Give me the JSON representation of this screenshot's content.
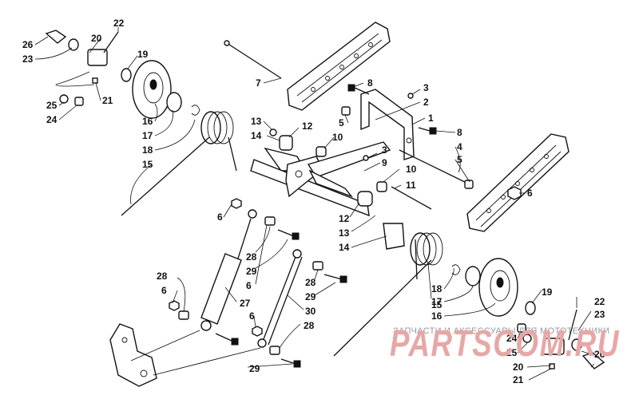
{
  "callouts": {
    "c1": "1",
    "c2": "2",
    "c3a": "3",
    "c3b": "3",
    "c4": "4",
    "c5a": "5",
    "c5b": "5",
    "c6a": "6",
    "c6b": "6",
    "c6c": "6",
    "c6d": "6",
    "c6e": "6",
    "c7": "7",
    "c8a": "8",
    "c8b": "8",
    "c9": "9",
    "c10a": "10",
    "c10b": "10",
    "c11": "11",
    "c12a": "12",
    "c12b": "12",
    "c13a": "13",
    "c13b": "13",
    "c14a": "14",
    "c14b": "14",
    "c15a": "15",
    "c15b": "15",
    "c16a": "16",
    "c16b": "16",
    "c17a": "17",
    "c17b": "17",
    "c18a": "18",
    "c18b": "18",
    "c19a": "19",
    "c19b": "19",
    "c20a": "20",
    "c20b": "20",
    "c21a": "21",
    "c21b": "21",
    "c22a": "22",
    "c22b": "22",
    "c23a": "23",
    "c23b": "23",
    "c24a": "24",
    "c24b": "24",
    "c25a": "25",
    "c25b": "25",
    "c26a": "26",
    "c26b": "26",
    "c27": "27",
    "c28a": "28",
    "c28b": "28",
    "c28c": "28",
    "c28d": "28",
    "c29a": "29",
    "c29b": "29",
    "c29c": "29",
    "c30": "30"
  },
  "watermark": {
    "caption": "ЗАПЧАСТИ И АКСЕССУАРЫ ДЛЯ МОТОТЕХНИКИ",
    "logo": "PARTSCOM.RU"
  }
}
